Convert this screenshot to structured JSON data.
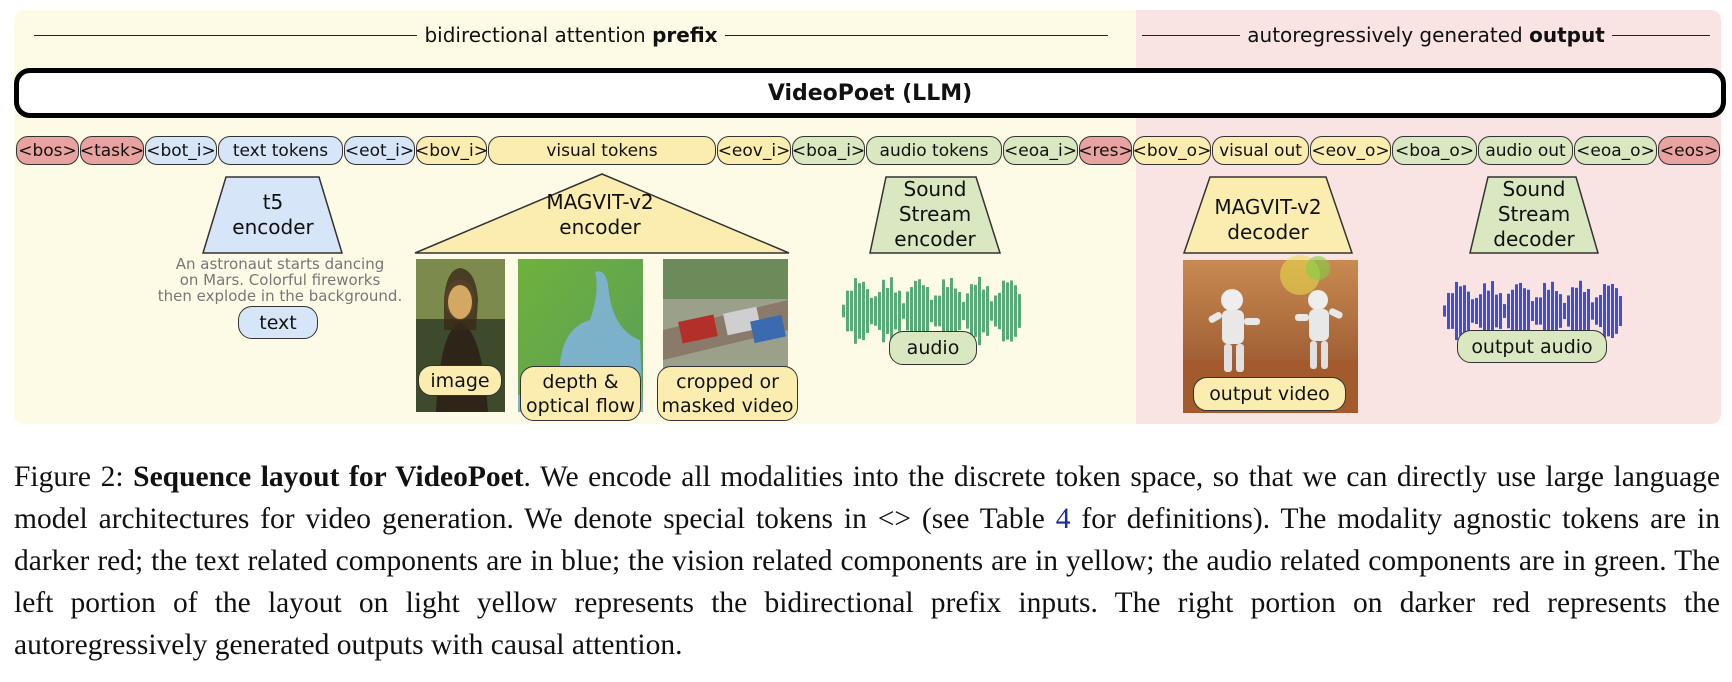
{
  "header": {
    "left_text": "bidirectional attention",
    "left_bold": "prefix",
    "right_text": "autoregressively generated",
    "right_bold": "output"
  },
  "llm_label": "VideoPoet  (LLM)",
  "tokens": [
    {
      "label": "<bos>",
      "group": "red"
    },
    {
      "label": "<task>",
      "group": "red"
    },
    {
      "label": "<bot_i>",
      "group": "blue"
    },
    {
      "label": "text tokens",
      "group": "blue"
    },
    {
      "label": "<eot_i>",
      "group": "blue"
    },
    {
      "label": "<bov_i>",
      "group": "yellow"
    },
    {
      "label": "visual tokens",
      "group": "yellow"
    },
    {
      "label": "<eov_i>",
      "group": "yellow"
    },
    {
      "label": "<boa_i>",
      "group": "green"
    },
    {
      "label": "audio tokens",
      "group": "green"
    },
    {
      "label": "<eoa_i>",
      "group": "green"
    },
    {
      "label": "<res>",
      "group": "red"
    },
    {
      "label": "<bov_o>",
      "group": "yellow"
    },
    {
      "label": "visual out",
      "group": "yellow"
    },
    {
      "label": "<eov_o>",
      "group": "yellow"
    },
    {
      "label": "<boa_o>",
      "group": "green"
    },
    {
      "label": "audio out",
      "group": "green"
    },
    {
      "label": "<eoa_o>",
      "group": "green"
    },
    {
      "label": "<eos>",
      "group": "red"
    }
  ],
  "encoders": {
    "t5": {
      "line1": "t5",
      "line2": "encoder"
    },
    "magvit_enc": {
      "line1": "MAGVIT-v2",
      "line2": "encoder"
    },
    "sound_enc": {
      "line1": "Sound",
      "line2": "Stream",
      "line3": "encoder"
    },
    "magvit_dec": {
      "line1": "MAGVIT-v2",
      "line2": "decoder"
    },
    "sound_dec": {
      "line1": "Sound",
      "line2": "Stream",
      "line3": "decoder"
    }
  },
  "prompt_text": {
    "line1": "An astronaut starts dancing",
    "line2": "on Mars. Colorful fireworks",
    "line3": "then explode in the background."
  },
  "inputs": {
    "text": "text",
    "image": "image",
    "depth_line1": "depth &",
    "depth_line2": "optical flow",
    "cropped_line1": "cropped or",
    "cropped_line2": "masked video",
    "audio": "audio"
  },
  "outputs": {
    "video": "output video",
    "audio": "output audio"
  },
  "caption": {
    "prefix": "Figure 2:",
    "title": "Sequence layout for VideoPoet",
    "part1": ". We encode all modalities into the discrete token space, so that we can directly use large language model architectures for video generation. We denote special tokens in <> (see Table",
    "table_ref": "4",
    "part2": "for definitions). The modality agnostic tokens are in darker red; the text related components are in blue; the vision related components are in yellow; the audio related components are in green. The left portion of the layout on light yellow represents the bidirectional prefix inputs. The right portion on darker red represents the autoregressively generated outputs with causal attention."
  },
  "colors": {
    "red": "#e8a3a1",
    "blue": "#d6e6f8",
    "yellow": "#fbedb0",
    "green": "#d9e8c0",
    "prefix_bg": "#fdfbe6",
    "output_bg": "#f9e3e3"
  }
}
